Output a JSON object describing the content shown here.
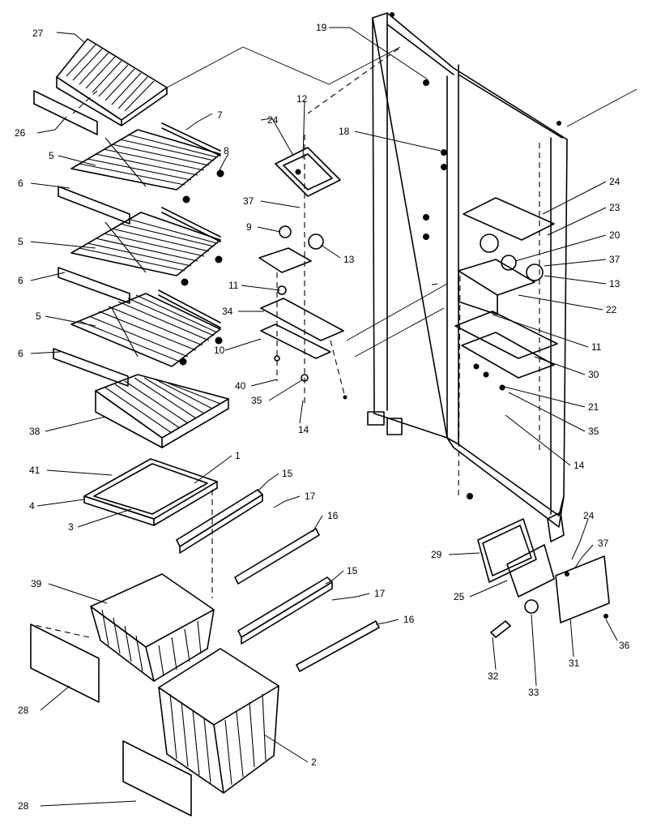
{
  "callouts": [
    "27",
    "26",
    "7",
    "5",
    "8",
    "6",
    "5",
    "6",
    "5",
    "6",
    "38",
    "41",
    "4",
    "3",
    "1",
    "15",
    "17",
    "16",
    "15",
    "17",
    "16",
    "39",
    "28",
    "2",
    "28",
    "19",
    "12",
    "24",
    "18",
    "37",
    "9",
    "13",
    "11",
    "34",
    "10",
    "40",
    "35",
    "14",
    "24",
    "23",
    "20",
    "37",
    "13",
    "22",
    "11",
    "30",
    "21",
    "35",
    "14",
    "24",
    "37",
    "29",
    "25",
    "33",
    "32",
    "31",
    "36"
  ]
}
